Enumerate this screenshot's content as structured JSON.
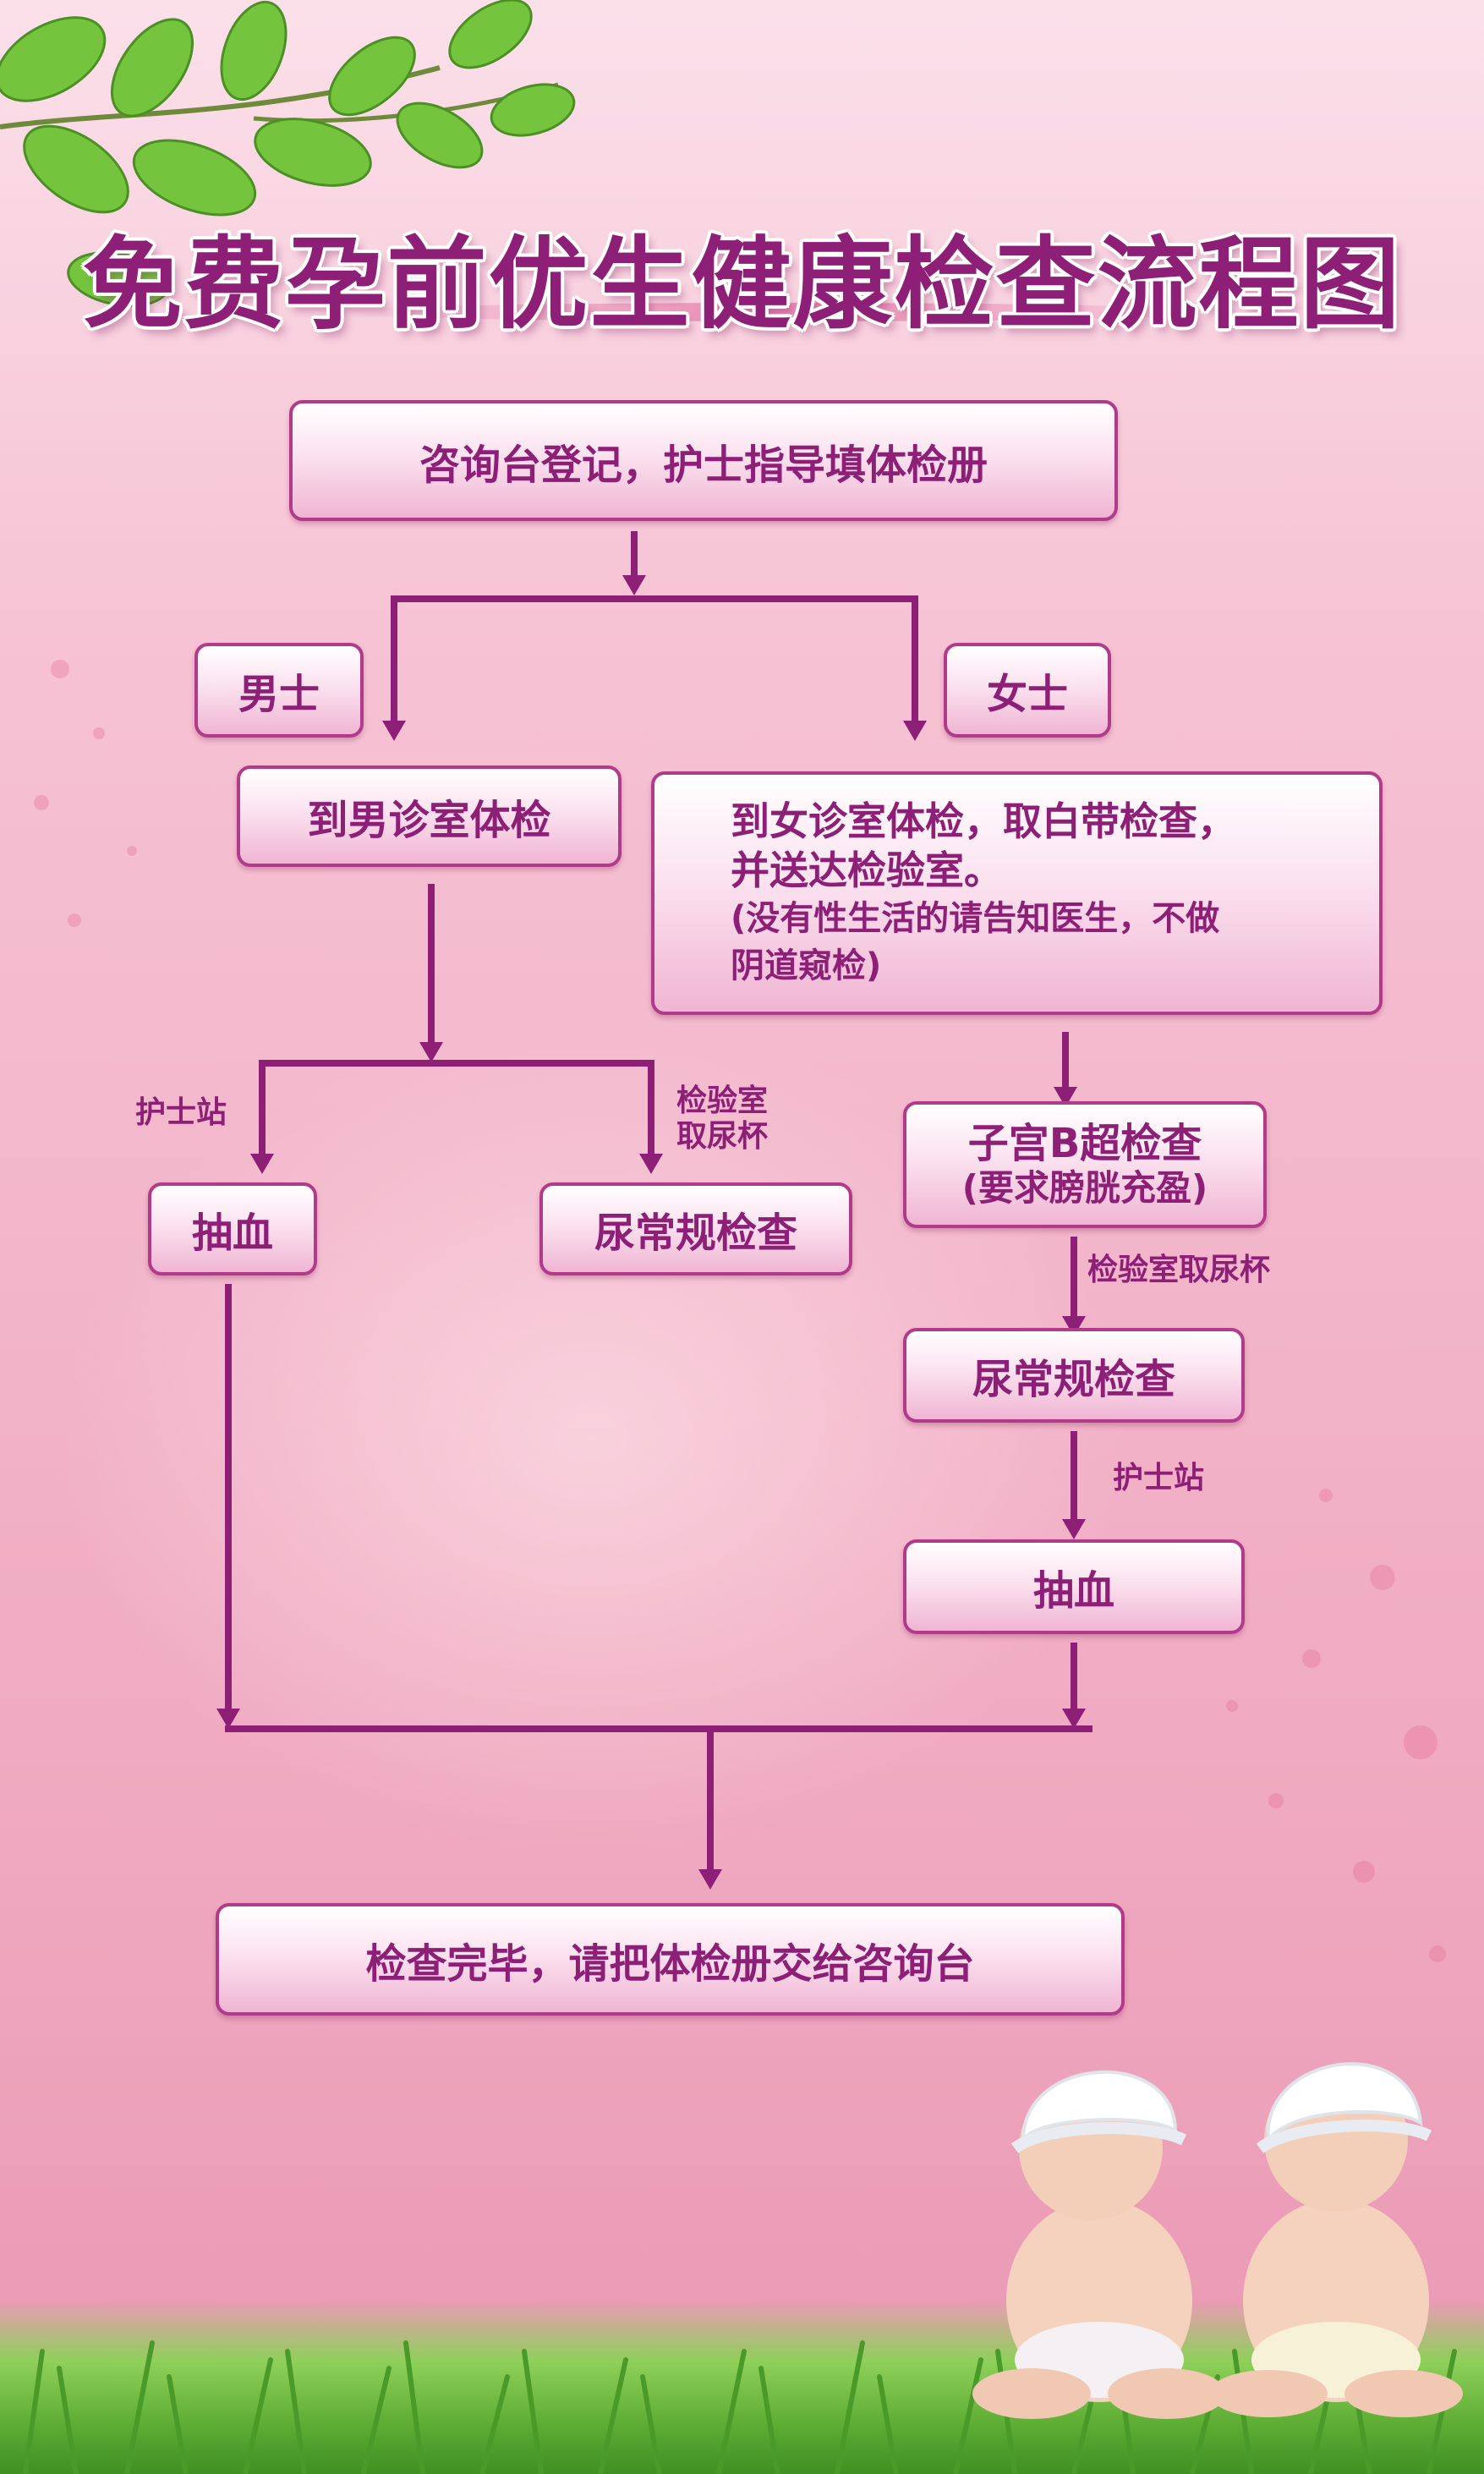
{
  "title": "免费孕前优生健康检查流程图",
  "colors": {
    "primary": "#8d1f77",
    "box_border": "#b23a8a",
    "background": "#f2b3c8",
    "leaf": "#6cbf3a",
    "grass": "#5fae36"
  },
  "steps": {
    "register": "咨询台登记，护士指导填体检册",
    "male": "男士",
    "female": "女士",
    "male_exam": "到男诊室体检",
    "female_exam": {
      "line1": "到女诊室体检，取白带检查，",
      "line2": "并送达检验室。",
      "line3": "(没有性生活的请告知医生，不做",
      "line4": "阴道窥检)"
    },
    "male_blood": "抽血",
    "male_urine": "尿常规检查",
    "ultrasound": {
      "line1": "子宫B超检查",
      "line2": "(要求膀胱充盈)"
    },
    "female_urine": "尿常规检查",
    "female_blood": "抽血",
    "finish": "检查完毕，请把体检册交给咨询台"
  },
  "labels": {
    "nurse_station_left": "护士站",
    "lab_cup": {
      "line1": "检验室",
      "line2": "取尿杯"
    },
    "lab_cup_right": "检验室取尿杯",
    "nurse_station_right": "护士站"
  },
  "icons": [
    "leaf-branch-icon",
    "baby-left-icon",
    "baby-right-icon",
    "grass-icon"
  ]
}
